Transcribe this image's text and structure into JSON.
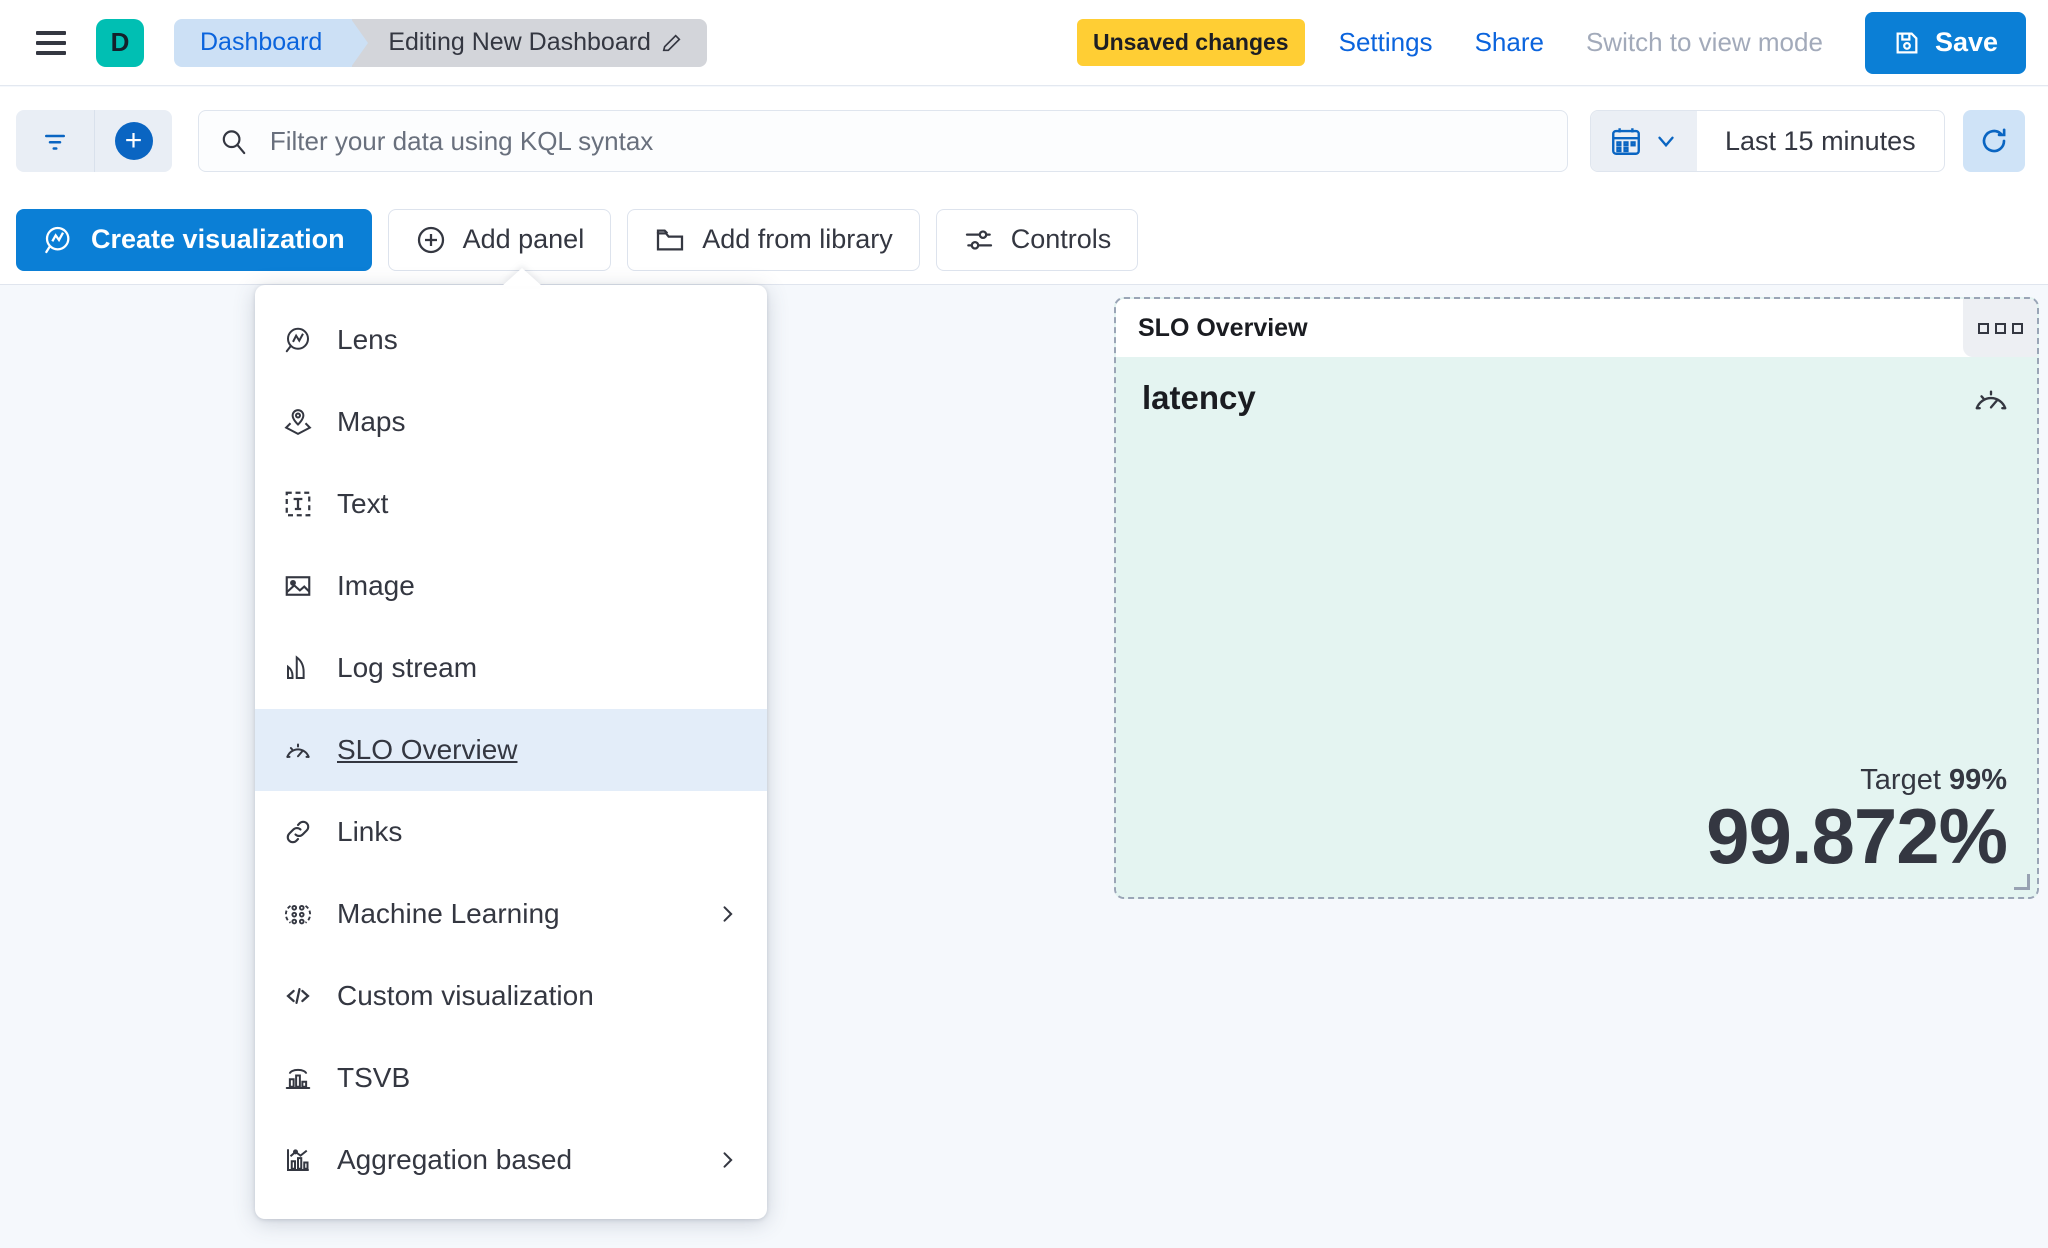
{
  "header": {
    "menu_icon": "hamburger-icon",
    "avatar_letter": "D",
    "breadcrumb_home": "Dashboard",
    "breadcrumb_current": "Editing New Dashboard",
    "edit_icon": "pencil-icon",
    "unsaved_badge": "Unsaved changes",
    "settings_link": "Settings",
    "share_link": "Share",
    "view_mode_link": "Switch to view mode",
    "save_label": "Save",
    "save_icon": "floppy-disk-icon"
  },
  "query_bar": {
    "filter_icon": "filter-icon",
    "add_filter_icon": "plus-circle-icon",
    "search_icon": "search-icon",
    "search_value": "",
    "search_placeholder": "Filter your data using KQL syntax",
    "calendar_icon": "calendar-icon",
    "time_range": "Last 15 minutes",
    "refresh_icon": "refresh-icon"
  },
  "toolbar": {
    "create_visualization": "Create visualization",
    "add_panel": "Add panel",
    "add_from_library": "Add from library",
    "controls": "Controls"
  },
  "add_panel_menu": {
    "items": [
      {
        "label": "Lens",
        "icon": "lens-icon",
        "has_submenu": false,
        "selected": false
      },
      {
        "label": "Maps",
        "icon": "maps-pin-icon",
        "has_submenu": false,
        "selected": false
      },
      {
        "label": "Text",
        "icon": "text-box-icon",
        "has_submenu": false,
        "selected": false
      },
      {
        "label": "Image",
        "icon": "image-icon",
        "has_submenu": false,
        "selected": false
      },
      {
        "label": "Log stream",
        "icon": "log-stream-icon",
        "has_submenu": false,
        "selected": false
      },
      {
        "label": "SLO Overview",
        "icon": "gauge-icon",
        "has_submenu": false,
        "selected": true
      },
      {
        "label": "Links",
        "icon": "link-icon",
        "has_submenu": false,
        "selected": false
      },
      {
        "label": "Machine Learning",
        "icon": "machine-learning-icon",
        "has_submenu": true,
        "selected": false
      },
      {
        "label": "Custom visualization",
        "icon": "code-icon",
        "has_submenu": false,
        "selected": false
      },
      {
        "label": "TSVB",
        "icon": "tsvb-chart-icon",
        "has_submenu": false,
        "selected": false
      },
      {
        "label": "Aggregation based",
        "icon": "aggregation-chart-icon",
        "has_submenu": true,
        "selected": false
      }
    ]
  },
  "slo_panel": {
    "panel_title": "SLO Overview",
    "context_menu_icon": "panel-context-menu-icon",
    "slo_name": "latency",
    "slo_icon": "gauge-icon",
    "target_label": "Target",
    "target_value": "99%",
    "sli_value": "99.872%"
  },
  "colors": {
    "brand_teal": "#00BFB3",
    "primary_blue": "#0B7FD6",
    "link_blue": "#0B64DD",
    "warning_yellow": "#FFCE34",
    "panel_mint": "#E4F4F1",
    "page_bg": "#F5F8FC"
  }
}
